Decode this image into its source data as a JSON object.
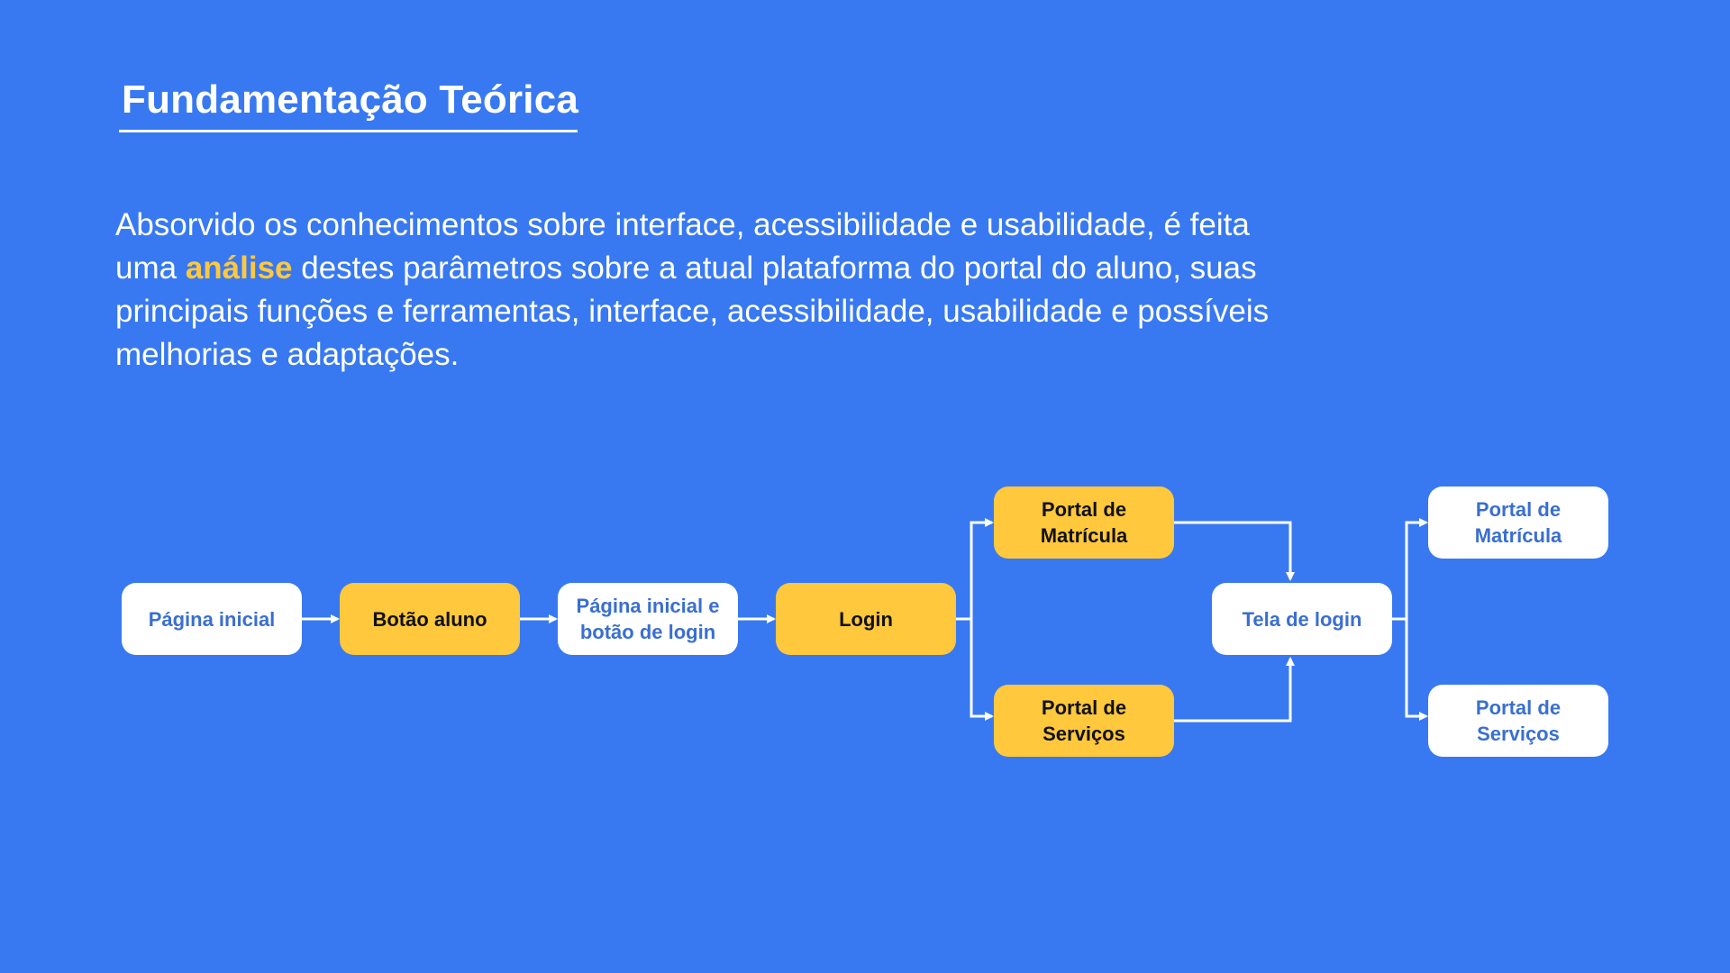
{
  "slide": {
    "title": "Fundamentação Teórica",
    "paragraph": {
      "before_highlight": "Absorvido os conhecimentos sobre interface, acessibilidade e usabilidade, é feita uma ",
      "highlight": "análise",
      "after_highlight": " destes parâmetros sobre a atual plataforma do portal do aluno, suas principais funções e ferramentas, interface, acessibilidade, usabilidade e possíveis melhorias e adaptações."
    }
  },
  "colors": {
    "background": "#3879F1",
    "accent": "#FFC83D",
    "box_white": "#FFFFFF",
    "box_text_blue": "#3A6FD0"
  },
  "flow": {
    "nodes": [
      {
        "id": "pagina-inicial",
        "label": "Página inicial",
        "style": "white"
      },
      {
        "id": "botao-aluno",
        "label": "Botão aluno",
        "style": "yellow"
      },
      {
        "id": "pagina-inicial-login",
        "label": "Página inicial e botão de login",
        "style": "white"
      },
      {
        "id": "login",
        "label": "Login",
        "style": "yellow"
      },
      {
        "id": "portal-matricula-1",
        "label": "Portal de Matrícula",
        "style": "yellow"
      },
      {
        "id": "portal-servicos-1",
        "label": "Portal de Serviços",
        "style": "yellow"
      },
      {
        "id": "tela-login",
        "label": "Tela de login",
        "style": "white"
      },
      {
        "id": "portal-matricula-2",
        "label": "Portal de Matrícula",
        "style": "white"
      },
      {
        "id": "portal-servicos-2",
        "label": "Portal de Serviços",
        "style": "white"
      }
    ],
    "edges": [
      {
        "from": "pagina-inicial",
        "to": "botao-aluno"
      },
      {
        "from": "botao-aluno",
        "to": "pagina-inicial-login"
      },
      {
        "from": "pagina-inicial-login",
        "to": "login"
      },
      {
        "from": "login",
        "to": "portal-matricula-1"
      },
      {
        "from": "login",
        "to": "portal-servicos-1"
      },
      {
        "from": "portal-matricula-1",
        "to": "tela-login"
      },
      {
        "from": "portal-servicos-1",
        "to": "tela-login"
      },
      {
        "from": "tela-login",
        "to": "portal-matricula-2"
      },
      {
        "from": "tela-login",
        "to": "portal-servicos-2"
      }
    ]
  }
}
